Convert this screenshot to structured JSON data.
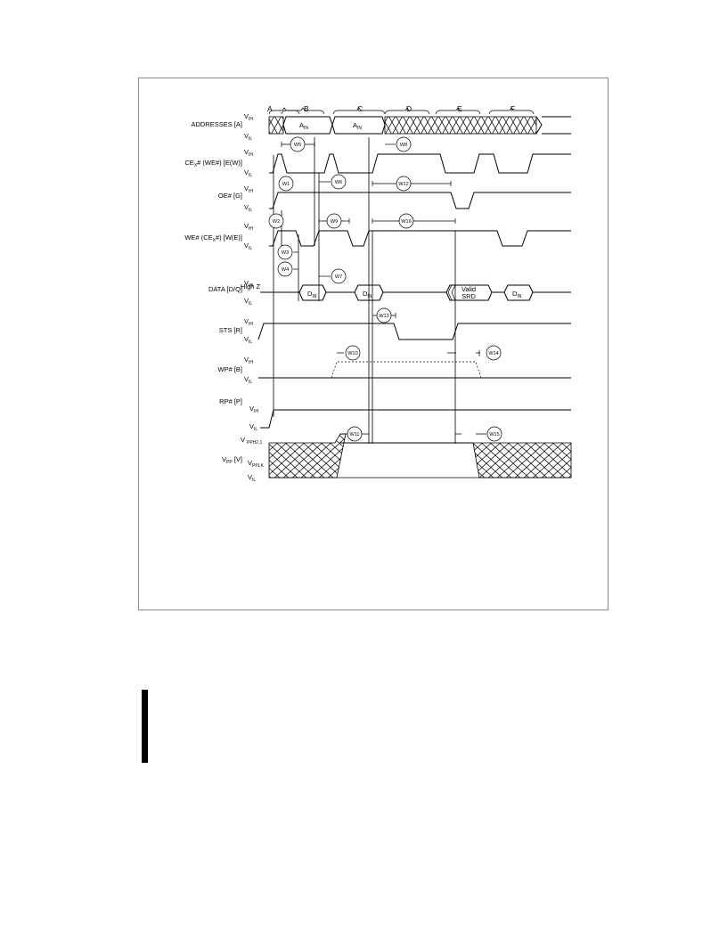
{
  "phases": [
    "A",
    "B",
    "C",
    "D",
    "E",
    "F"
  ],
  "signals": {
    "addresses": "ADDRESSES [A]",
    "ce": {
      "main": "CE",
      "sub": "X",
      "rest": "# (WE#) [E(W)]"
    },
    "oe": "OE# [G]",
    "we": {
      "main": "WE# (CE",
      "sub": "X",
      "rest": "#) [W(E)]"
    },
    "data": "DATA [D/Q]",
    "sts": "STS [R]",
    "wp": "WP# [B]",
    "rp": "RP# [P]",
    "vpp": {
      "main": "V",
      "sub": "PP",
      "rest": " [V]"
    }
  },
  "levels": {
    "v": "V",
    "ih": "IH",
    "il": "IL",
    "pph": "PPH2,1",
    "pplk": "PPLK"
  },
  "bus_labels": {
    "a_main": "A",
    "a_sub": "IN",
    "d_main": "D",
    "d_sub": "IN",
    "valid_line1": "Valid",
    "valid_line2": "SRD",
    "high_z": "High Z"
  },
  "timing_tags": [
    "W5",
    "W8",
    "W1",
    "W6",
    "W12",
    "W2",
    "W9",
    "W16",
    "W3",
    "W4",
    "W7",
    "W13",
    "W10",
    "W14",
    "W11",
    "W15"
  ]
}
